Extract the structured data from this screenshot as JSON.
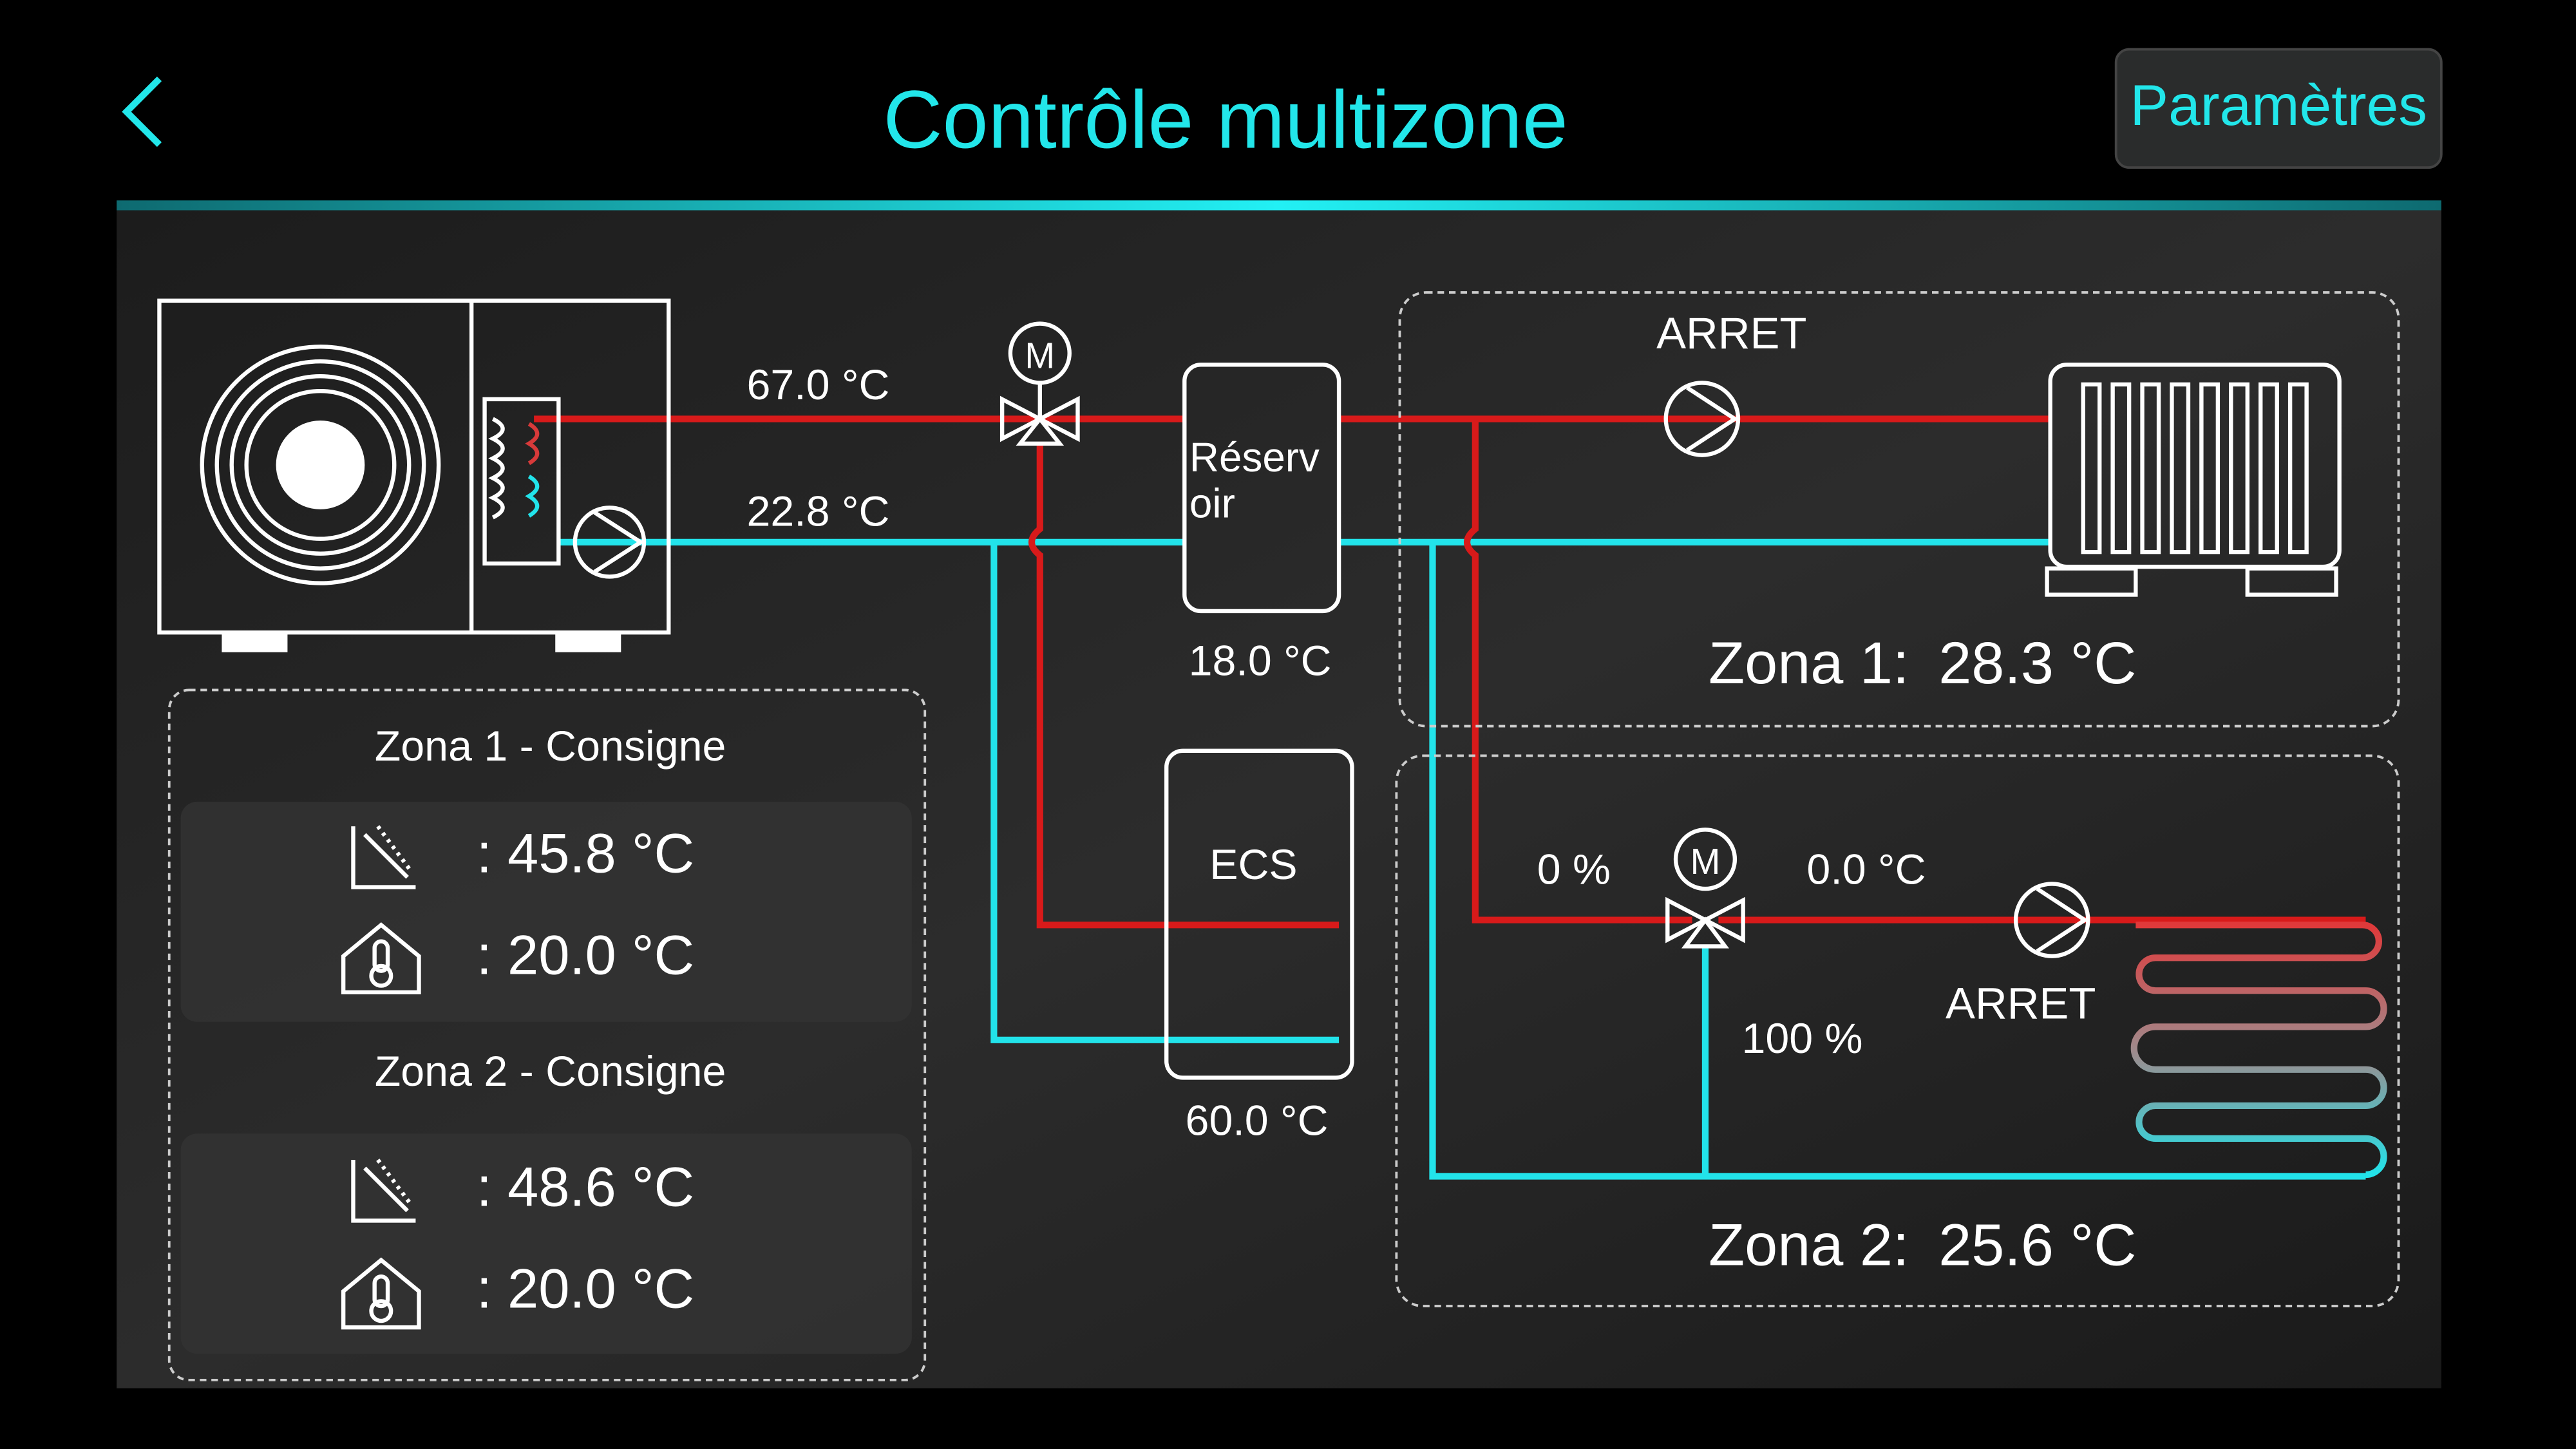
{
  "header": {
    "title": "Contrôle multizone",
    "settings_label": "Paramètres"
  },
  "heat_pump": {
    "supply_temp": "67.0 °C",
    "return_temp": "22.8 °C"
  },
  "reservoir": {
    "label_line1": "Réserv",
    "label_line2": "oir",
    "temp": "18.0 °C"
  },
  "dhw": {
    "label": "ECS",
    "temp": "60.0 °C"
  },
  "zone1": {
    "pump_status": "ARRET",
    "label": "Zona 1:",
    "temp": "28.3 °C"
  },
  "zone2": {
    "valve_open": "0 %",
    "valve_bypass": "100 %",
    "mix_temp": "0.0 °C",
    "pump_status": "ARRET",
    "label": "Zona 2:",
    "temp": "25.6 °C"
  },
  "setpoints": {
    "zone1": {
      "title": "Zona 1 - Consigne",
      "curve_value": ": 45.8 °C",
      "room_value": ": 20.0 °C"
    },
    "zone2": {
      "title": "Zona 2 - Consigne",
      "curve_value": ": 48.6 °C",
      "room_value": ": 20.0 °C"
    }
  },
  "colors": {
    "accent": "#22e6ea",
    "hot": "#d81a1a",
    "cold": "#22e3ea"
  }
}
